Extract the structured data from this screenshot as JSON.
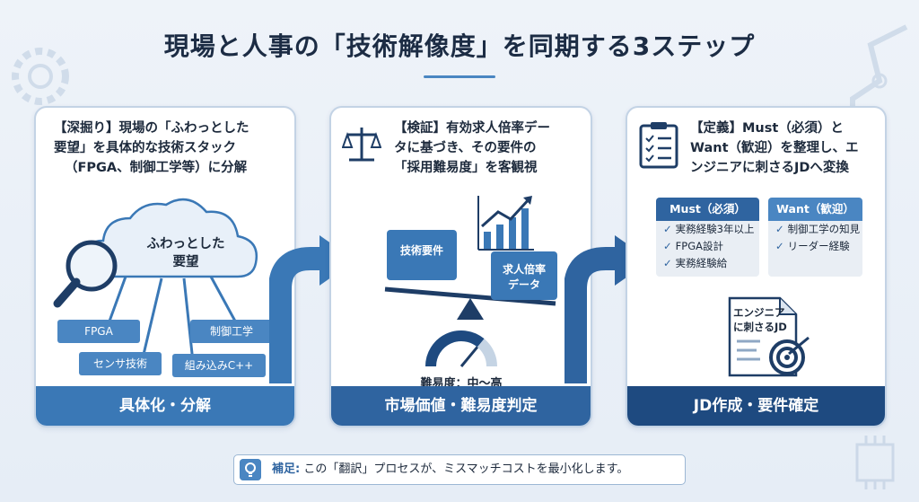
{
  "title": "現場と人事の「技術解像度」を同期する3ステップ",
  "steps": [
    {
      "desc_lines": [
        "【深掘り】現場の「ふわっとした",
        "要望」を具体的な技術スタック",
        "（FPGA、制御工学等）に分解"
      ],
      "cloud_label_lines": [
        "ふわっとした",
        "要望"
      ],
      "tags": [
        "FPGA",
        "制御工学",
        "センサ技術",
        "組み込みC++"
      ],
      "footer": "具体化・分解"
    },
    {
      "desc_lines": [
        "【検証】有効求人倍率デー",
        "タに基づき、その要件の",
        "「採用難易度」を客観視"
      ],
      "scale_left": "技術要件",
      "scale_right_lines": [
        "求人倍率",
        "データ"
      ],
      "difficulty": "難易度：中〜高",
      "difficulty_level": 0.72,
      "footer": "市場価値・難易度判定"
    },
    {
      "desc_lines": [
        "【定義】Must（必須）と",
        "Want（歓迎）を整理し、エ",
        "ンジニアに刺さるJDへ変換"
      ],
      "must": {
        "title": "Must（必須）",
        "items": [
          "実務経験3年以上",
          "FPGA設計",
          "実務経験給"
        ]
      },
      "want": {
        "title": "Want（歓迎）",
        "items": [
          "制御工学の知見",
          "リーダー経験"
        ]
      },
      "doc_label_lines": [
        "エンジニア",
        "に刺さるJD"
      ],
      "footer": "JD作成・要件確定"
    }
  ],
  "note": {
    "prefix": "補足:",
    "text": " この「翻訳」プロセスが、ミスマッチコストを最小化します。"
  },
  "colors": {
    "accent": "#4a86c2",
    "dark": "#1e4a80",
    "must": "#2f64a0",
    "want": "#4a86c2"
  }
}
